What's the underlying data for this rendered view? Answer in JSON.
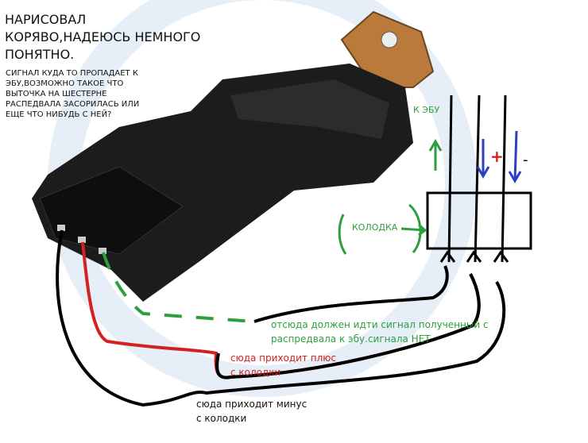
{
  "title_lines": [
    "НАРИСОВАЛ",
    "КОРЯВО,НАДЕЮСЬ НЕМНОГО",
    "ПОНЯТНО."
  ],
  "question_lines": [
    "СИГНАЛ КУДА ТО ПРОПАДАЕТ К",
    "ЭБУ,ВОЗМОЖНО ТАКОЕ ЧТО",
    "ВЫТОЧКА НА ШЕСТЕРНЕ",
    "РАСПЕДВАЛА ЗАСОРИЛАСЬ ИЛИ",
    "ЕЩЕ ЧТО НИБУДЬ С НЕЙ?"
  ],
  "labels": {
    "to_ecu": "К ЭБУ",
    "connector": "КОЛОДКА",
    "plus": "+",
    "minus": "-"
  },
  "signal_note": [
    "отсюда должен идти сигнал полученный с",
    "распредвала к эбу.сигнала НЕТ."
  ],
  "plus_note": [
    "сюда приходит плюс",
    "с колодки"
  ],
  "minus_note": [
    "сюда приходит минус",
    "с колодки"
  ],
  "colors": {
    "green": "#2e9e3e",
    "red": "#d42020",
    "blue": "#2b3fc4",
    "black": "#000000"
  }
}
